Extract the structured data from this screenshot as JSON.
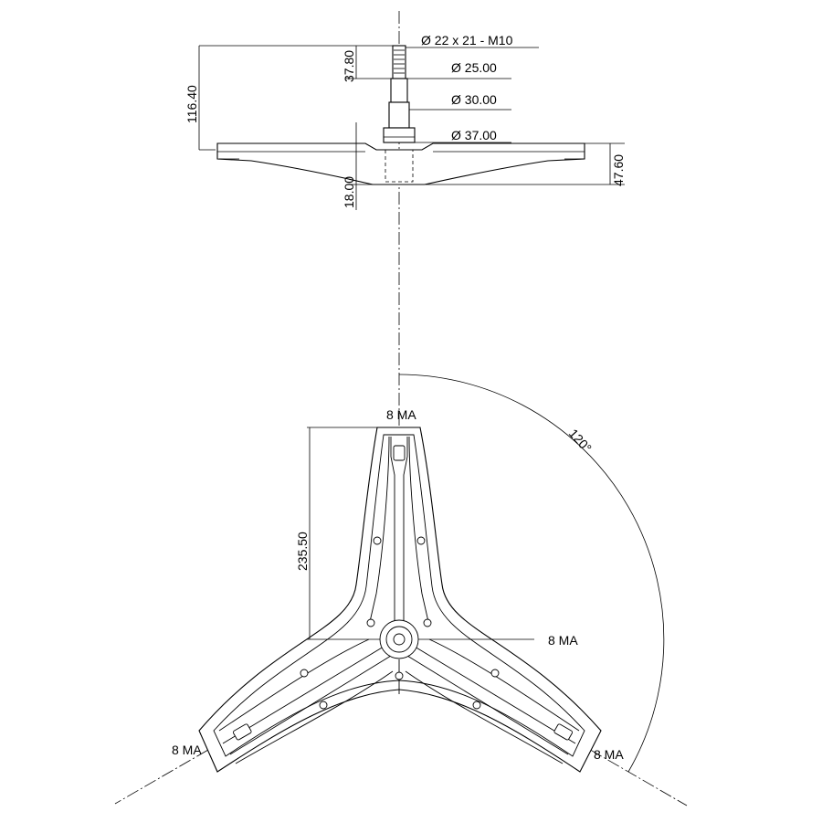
{
  "drawing": {
    "labels": {
      "shaft_spline": "Ø 22 x 21 - M10",
      "dia_25": "Ø 25.00",
      "dia_30": "Ø 30.00",
      "dia_37": "Ø 37.00",
      "height_spline": "37.80",
      "height_total_shaft": "116.40",
      "flange_height": "47.60",
      "hub_depth": "18.00",
      "arm_length": "235.50",
      "angle": "120°",
      "thread_top": "8 MA",
      "thread_center": "8 MA",
      "thread_left": "8 MA",
      "thread_right": "8 MA"
    }
  }
}
